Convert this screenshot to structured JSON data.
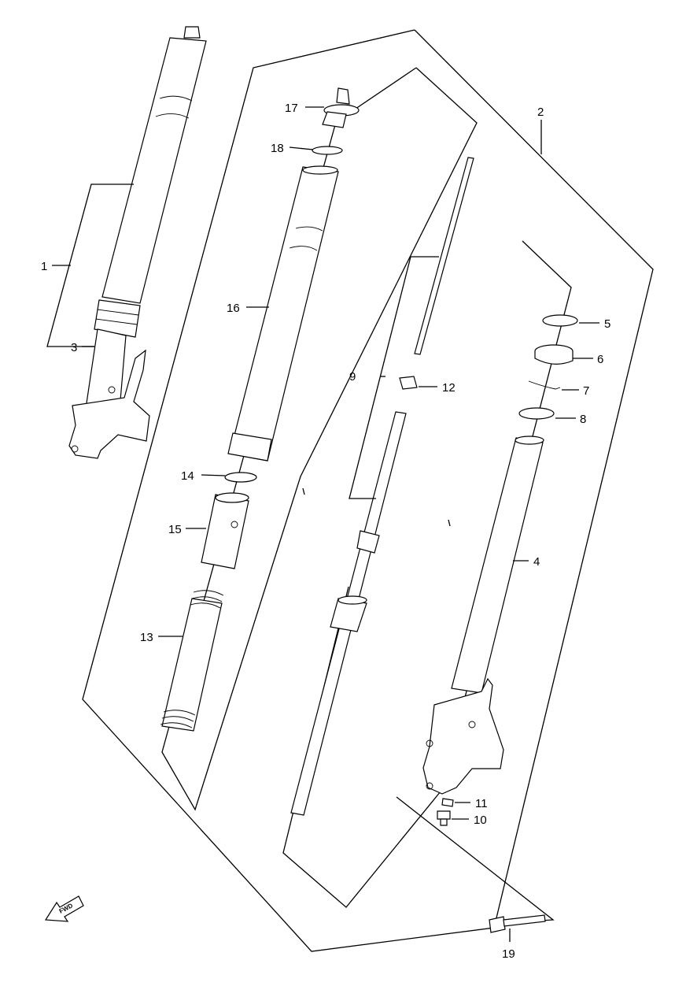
{
  "diagram": {
    "callouts": [
      {
        "id": "p1",
        "label": "1"
      },
      {
        "id": "p2",
        "label": "2"
      },
      {
        "id": "p3",
        "label": "3"
      },
      {
        "id": "p4",
        "label": "4"
      },
      {
        "id": "p5",
        "label": "5"
      },
      {
        "id": "p6",
        "label": "6"
      },
      {
        "id": "p7",
        "label": "7"
      },
      {
        "id": "p8",
        "label": "8"
      },
      {
        "id": "p9",
        "label": "9"
      },
      {
        "id": "p10",
        "label": "10"
      },
      {
        "id": "p11",
        "label": "11"
      },
      {
        "id": "p12",
        "label": "12"
      },
      {
        "id": "p13",
        "label": "13"
      },
      {
        "id": "p14",
        "label": "14"
      },
      {
        "id": "p15",
        "label": "15"
      },
      {
        "id": "p16",
        "label": "16"
      },
      {
        "id": "p17",
        "label": "17"
      },
      {
        "id": "p18",
        "label": "18"
      },
      {
        "id": "p19",
        "label": "19"
      }
    ],
    "fwd_arrow": {
      "label": "FWD",
      "icon": "fwd-arrow-icon"
    }
  }
}
